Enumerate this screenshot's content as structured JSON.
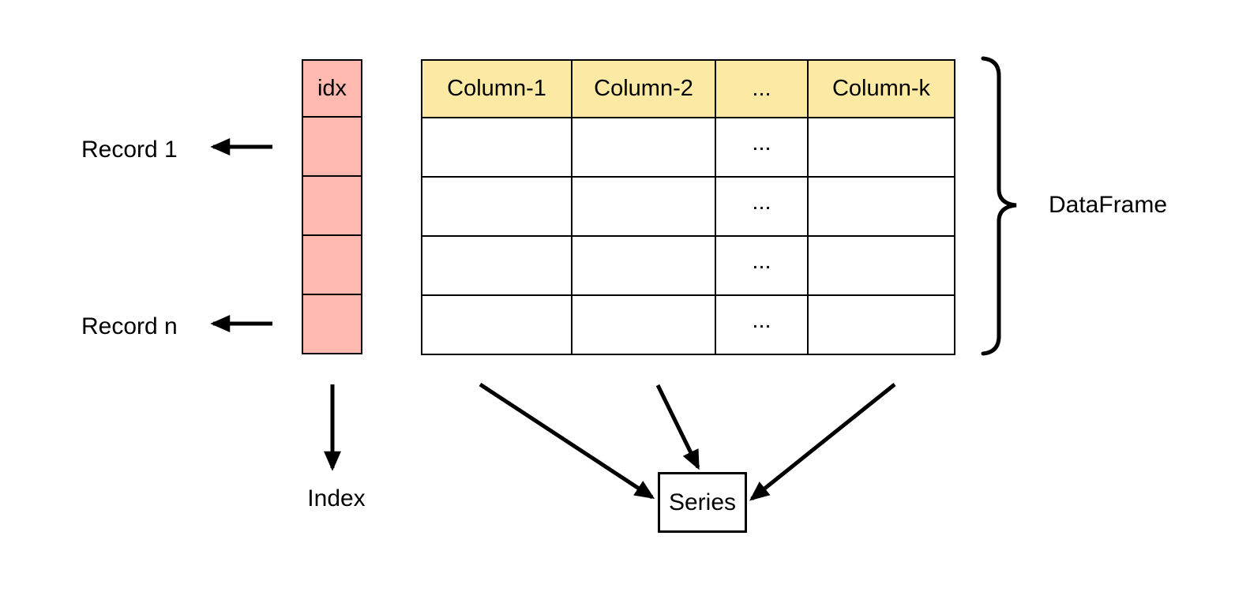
{
  "index_column": {
    "header": "idx"
  },
  "table": {
    "headers": [
      "Column-1",
      "Column-2",
      "...",
      "Column-k"
    ],
    "rows": [
      [
        "",
        "",
        "...",
        ""
      ],
      [
        "",
        "",
        "...",
        ""
      ],
      [
        "",
        "",
        "...",
        ""
      ],
      [
        "",
        "",
        "...",
        ""
      ]
    ]
  },
  "labels": {
    "record_first": "Record 1",
    "record_last": "Record n",
    "index": "Index",
    "series": "Series",
    "dataframe": "DataFrame"
  },
  "colors": {
    "index_fill": "#ffb9ae",
    "header_fill": "#fce9a4",
    "stroke": "#000000",
    "text": "#000000",
    "background": "#ffffff"
  }
}
